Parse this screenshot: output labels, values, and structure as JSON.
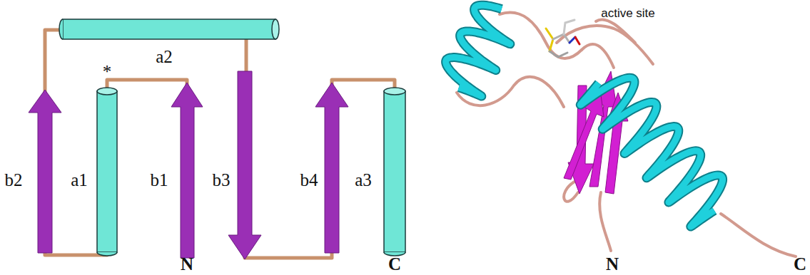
{
  "diagram": {
    "labels": [
      "a2",
      "*",
      "b2",
      "a1",
      "b1",
      "b3",
      "b4",
      "a3",
      "N",
      "C",
      "active site",
      "N",
      "C"
    ]
  }
}
